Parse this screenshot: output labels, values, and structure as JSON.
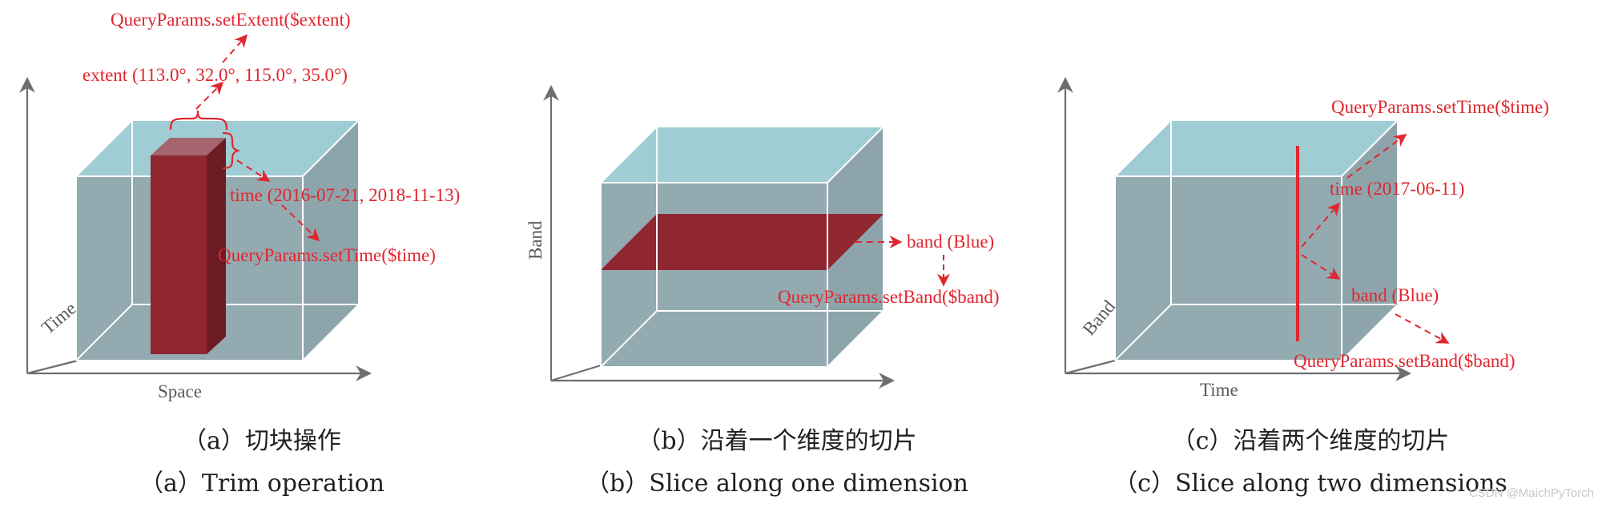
{
  "colors": {
    "cube_side": "#93aab0",
    "cube_top": "#9fcdd3",
    "cube_right": "#8ea4ab",
    "slice_red": "#8f2630",
    "slice_red_top": "#a5646e",
    "slice_red_side": "#6e1c24",
    "annotation_red": "#e0262e",
    "axis_gray": "#6d6e71",
    "edge_white": "#ffffff",
    "caption_black": "#231f20"
  },
  "panel_a": {
    "axis_x_label": "Space",
    "axis_diag_label": "Time",
    "ann_set_extent": "QueryParams.setExtent($extent)",
    "ann_extent": "extent (113.0°, 32.0°, 115.0°, 35.0°)",
    "ann_time": "time (2016-07-21, 2018-11-13)",
    "ann_set_time": "QueryParams.setTime($time)",
    "caption_cn": "（a）切块操作",
    "caption_en": "（a）Trim operation"
  },
  "panel_b": {
    "axis_y_label": "Band",
    "ann_band": "band (Blue)",
    "ann_set_band": "QueryParams.setBand($band)",
    "caption_cn": "（b）沿着一个维度的切片",
    "caption_en": "（b）Slice along one dimension"
  },
  "panel_c": {
    "axis_x_label": "Time",
    "axis_diag_label": "Band",
    "ann_set_time": "QueryParams.setTime($time)",
    "ann_time": "time (2017-06-11)",
    "ann_band": "band (Blue)",
    "ann_set_band": "QueryParams.setBand($band)",
    "caption_cn": "（c）沿着两个维度的切片",
    "caption_en": "（c）Slice along two dimensions"
  },
  "watermark": "CSDN @MaichPyTorch"
}
